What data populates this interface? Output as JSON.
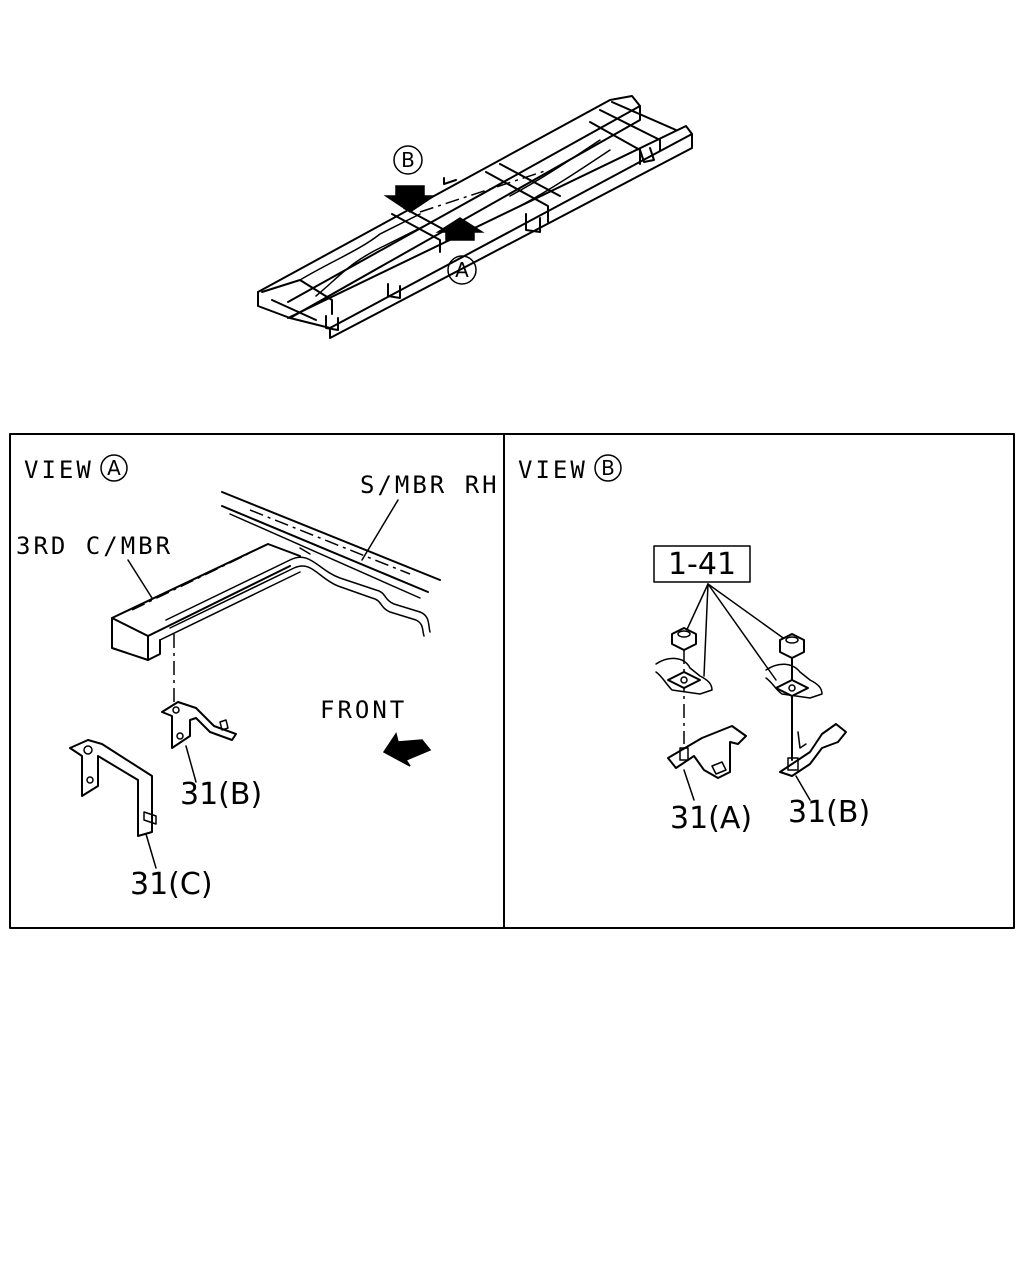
{
  "callouts": {
    "overview_b": "B",
    "overview_a": "A"
  },
  "view_a": {
    "title": "VIEW",
    "marker": "A",
    "side_member_label": "S/MBR RH",
    "cross_member_label": "3RD C/MBR",
    "front_label": "FRONT",
    "part_31b": "31(B)",
    "part_31c": "31(C)"
  },
  "view_b": {
    "title": "VIEW",
    "marker": "B",
    "ref_box": "1-41",
    "part_31a": "31(A)",
    "part_31b": "31(B)"
  }
}
